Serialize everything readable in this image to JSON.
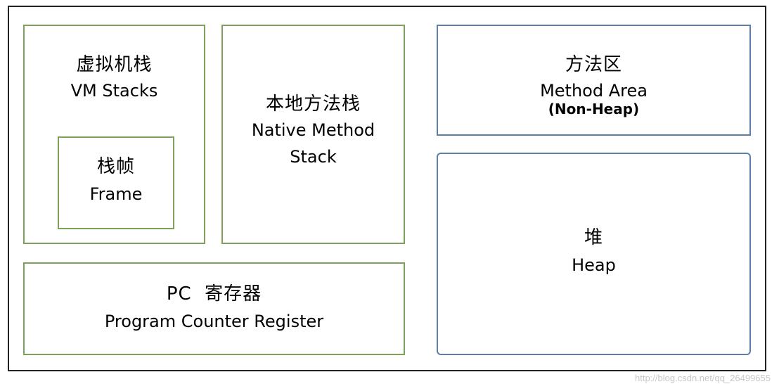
{
  "vm_stacks": {
    "label_zh": "虚拟机栈",
    "label_en": "VM Stacks",
    "frame": {
      "label_zh": "栈帧",
      "label_en": "Frame"
    }
  },
  "native_method_stack": {
    "label_zh": "本地方法栈",
    "label_en_line1": "Native Method",
    "label_en_line2": "Stack"
  },
  "method_area": {
    "label_zh": "方法区",
    "label_en": "Method Area",
    "sublabel": "(Non-Heap)"
  },
  "heap": {
    "label_zh": "堆",
    "label_en": "Heap"
  },
  "pc_register": {
    "label_zh": "PC  寄存器",
    "label_en": "Program Counter Register"
  },
  "watermark": "http://blog.csdn.net/qq_26499655",
  "colors": {
    "green_border": "#7da05a",
    "blue_border": "#5b7fa6",
    "outer_border": "#222222"
  }
}
